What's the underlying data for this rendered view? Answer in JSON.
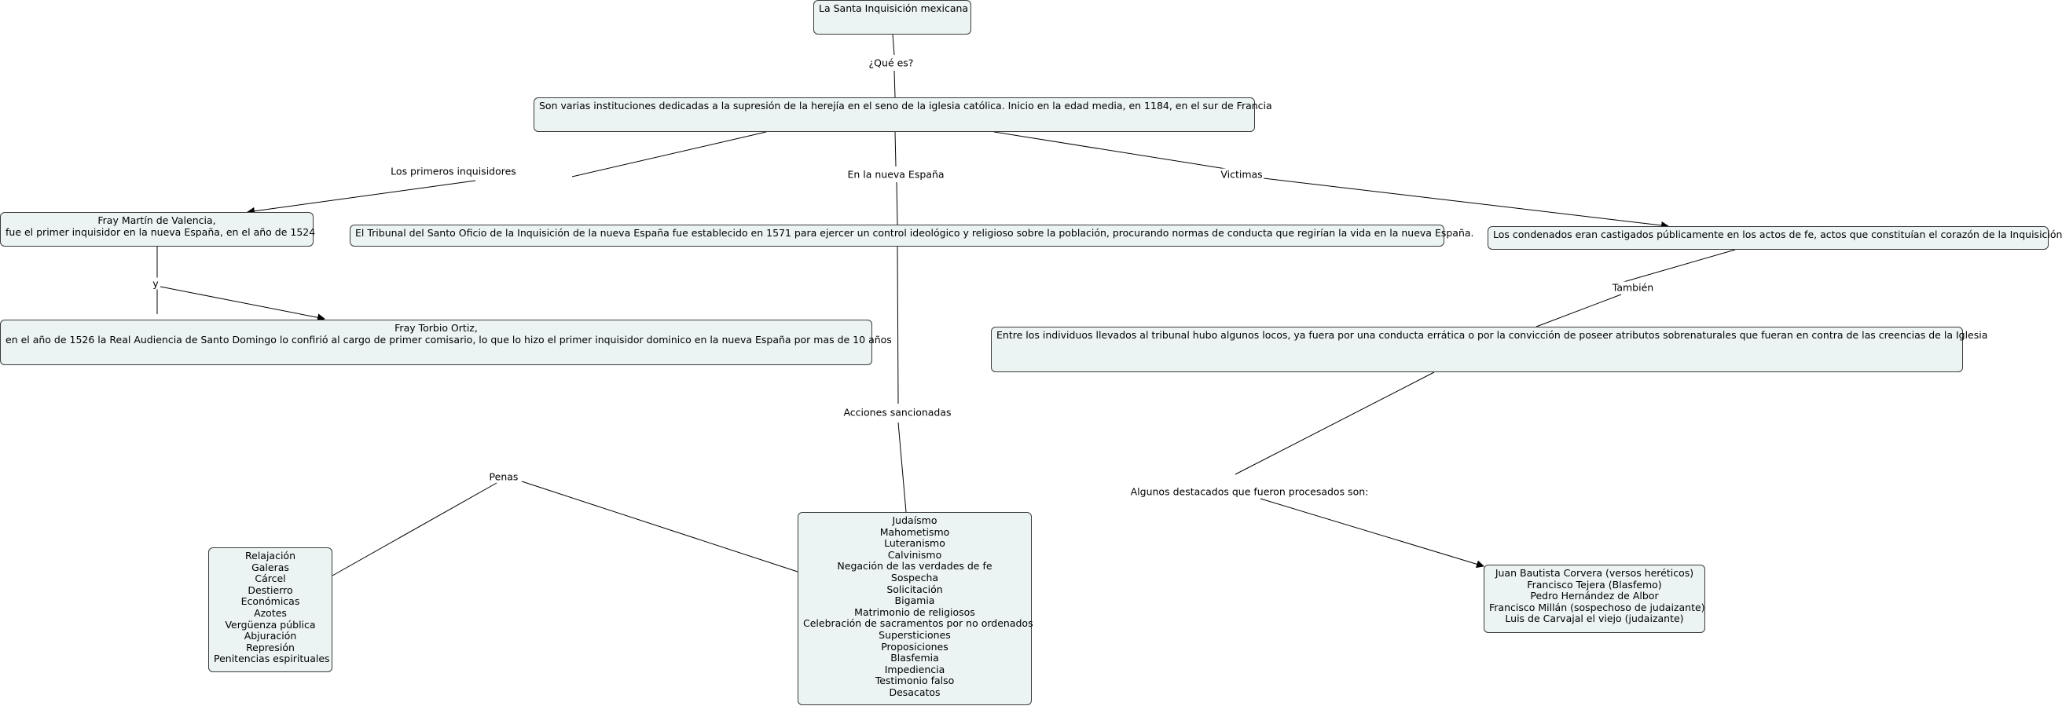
{
  "nodes": {
    "root": "La Santa Inquisición mexicana",
    "definition": "Son varias instituciones dedicadas a la supresión de la herejía en el seno de la iglesia católica. Inicio en la edad media, en 1184, en el sur de Francia",
    "martin": [
      "Fray Martín de Valencia,",
      "fue el primer inquisidor en la nueva España, en el año de 1524"
    ],
    "torbio": [
      "Fray Torbio Ortiz,",
      "en el año de 1526 la Real Audiencia de Santo Domingo lo confirió al cargo de primer comisario, lo que lo hizo el primer inquisidor dominico en la nueva España por mas de 10 años"
    ],
    "tribunal": "El Tribunal del Santo Oficio de la Inquisición de la nueva España fue establecido en 1571 para ejercer un control ideológico y religioso sobre la población, procurando normas de conducta que regirían la vida en la nueva España.",
    "condenados": "Los condenados eran castigados públicamente en los actos de fe, actos que constituían el corazón de la Inquisición",
    "locos": "Entre los individuos llevados al tribunal hubo algunos locos, ya fuera por una conducta errática o por la convicción de poseer atributos sobrenaturales que fueran en contra de las creencias de la Iglesia",
    "penas": [
      "Relajación",
      "Galeras",
      "Cárcel",
      "Destierro",
      "Económicas",
      "Azotes",
      "Vergüenza pública",
      "Abjuración",
      "Represión",
      "Penitencias espirituales"
    ],
    "acciones": [
      "Judaísmo",
      "Mahometismo",
      "Luteranismo",
      "Calvinismo",
      "Negación de las verdades de fe",
      "Sospecha",
      "Solicitación",
      "Bigamia",
      "Matrimonio de religiosos",
      "Celebración de sacramentos por no ordenados",
      "Supersticiones",
      "Proposiciones",
      "Blasfemia",
      "Impediencia",
      "Testimonio falso",
      "Desacatos"
    ],
    "procesados": [
      "Juan Bautista Corvera (versos heréticos)",
      "Francisco Tejera (Blasfemo)",
      "Pedro Hernández de Albor",
      "Francisco Millán (sospechoso de judaizante)",
      "Luis de Carvajal el viejo (judaizante)"
    ]
  },
  "links": {
    "que_es": "¿Qué es?",
    "primeros": "Los primeros inquisidores",
    "nueva_espana": "En la nueva España",
    "victimas": "Victimas",
    "y": "y",
    "tambien": "También",
    "acciones_sancionadas": "Acciones sancionadas",
    "penas": "Penas",
    "destacados": "Algunos destacados que fueron procesados son:"
  }
}
